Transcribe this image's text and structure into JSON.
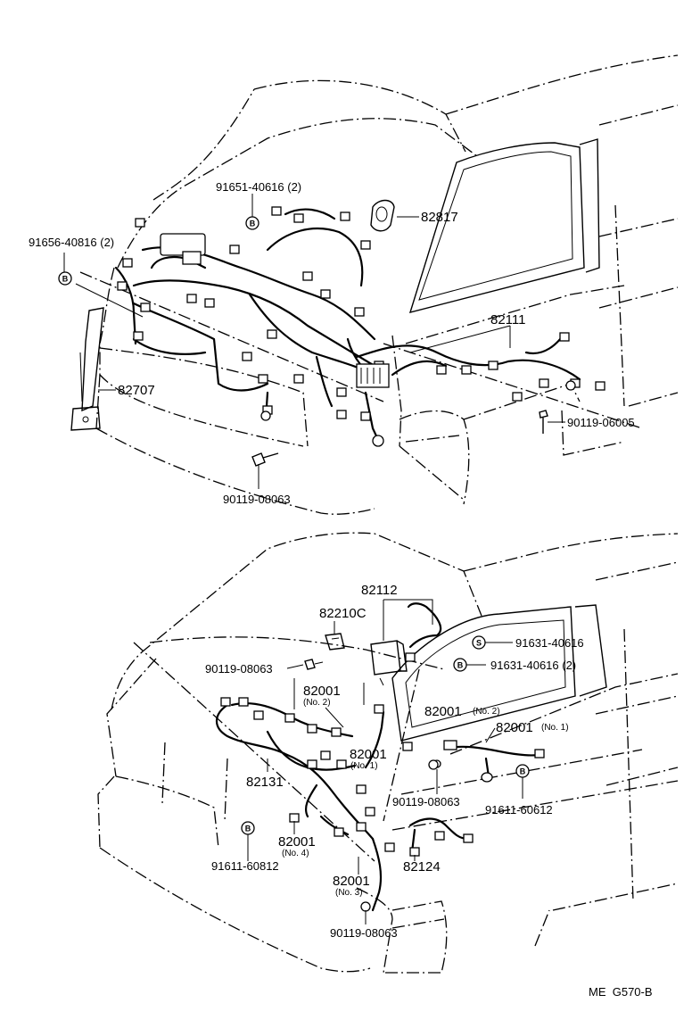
{
  "top_diagram": {
    "labels": {
      "p91651": "91651-40616 (2)",
      "p82817": "82817",
      "p91656": "91656-40816 (2)",
      "p82111": "82111",
      "p82707": "82707",
      "p90119_06005": "90119-06005",
      "p90119_08063": "90119-08063"
    },
    "badges": {
      "b1": "B",
      "b2": "B"
    }
  },
  "bottom_diagram": {
    "labels": {
      "p82112": "82112",
      "p82210C": "82210C",
      "p91631_s": "91631-40616",
      "p91631_b": "91631-40616 (2)",
      "p90119_a": "90119-08063",
      "p82001_no2a": "82001",
      "p82001_no2a_sub": "(No. 2)",
      "p82001_no2b": "82001",
      "p82001_no2b_sub": "(No. 2)",
      "p82001_no1a": "82001",
      "p82001_no1a_sub": "(No. 1)",
      "p82001_no1b": "82001",
      "p82001_no1b_sub": "(No. 1)",
      "p82131": "82131",
      "p90119_b": "90119-08063",
      "p91611_a": "91611-60612",
      "p82001_no4": "82001",
      "p82001_no4_sub": "(No. 4)",
      "p82124": "82124",
      "p91611_b": "91611-60812",
      "p82001_no3": "82001",
      "p82001_no3_sub": "(No. 3)",
      "p90119_c": "90119-08063"
    },
    "badges": {
      "s1": "S",
      "b3": "B",
      "b4": "B",
      "b5": "B"
    }
  },
  "footer": {
    "code": "ME  G570-B"
  }
}
